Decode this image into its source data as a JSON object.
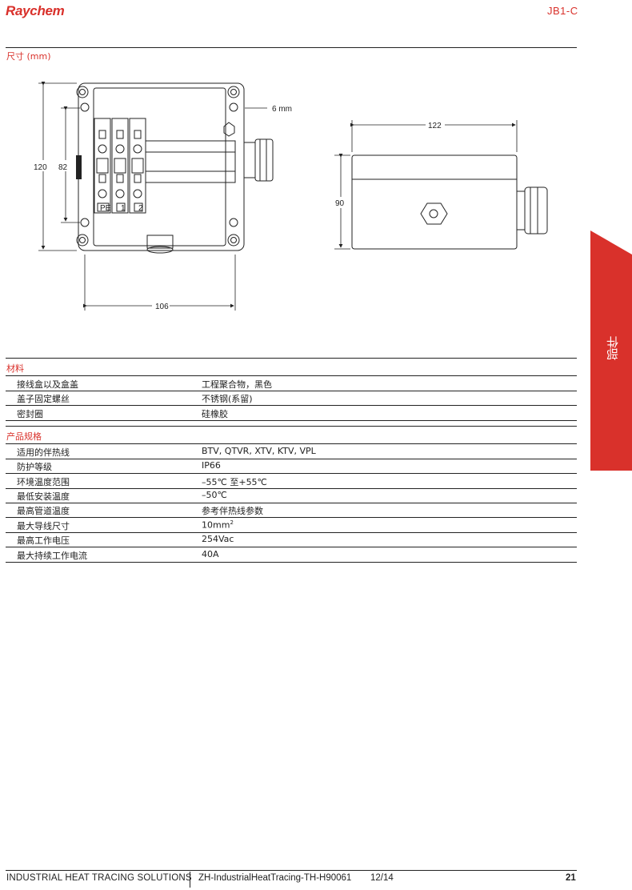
{
  "header": {
    "brand": "Raychem",
    "doc_code": "JB1-C",
    "brand_color": "#d9312b"
  },
  "dimensions": {
    "title": "尺寸 (mm)",
    "labels": {
      "height_outer": "120",
      "height_inner": "82",
      "width_front": "106",
      "gap": "6 mm",
      "length_side": "122",
      "height_side": "90"
    },
    "terminal_labels": [
      "PE",
      "1",
      "2"
    ]
  },
  "materials": {
    "title": "材料",
    "rows": [
      {
        "key": "接线盒以及盒盖",
        "value": "工程聚合物，黑色"
      },
      {
        "key": "盖子固定螺丝",
        "value": "不锈钢(系留)"
      },
      {
        "key": "密封圈",
        "value": "硅橡胶"
      }
    ]
  },
  "specs": {
    "title": "产品规格",
    "rows": [
      {
        "key": "适用的伴热线",
        "value": "BTV, QTVR, XTV, KTV, VPL"
      },
      {
        "key": "防护等级",
        "value": "IP66"
      },
      {
        "key": "环境温度范围",
        "value": "–55℃ 至+55℃"
      },
      {
        "key": "最低安装温度",
        "value": "–50℃"
      },
      {
        "key": "最高管道温度",
        "value": "参考伴热线参数"
      },
      {
        "key": "最大导线尺寸",
        "value": "10mm"
      },
      {
        "key": "最高工作电压",
        "value": "254Vac"
      },
      {
        "key": "最大持续工作电流",
        "value": "40A"
      }
    ],
    "wire_size_superscript": "2"
  },
  "side_tab": {
    "label": "部件",
    "color": "#d9312b"
  },
  "footer": {
    "left": "INDUSTRIAL HEAT TRACING SOLUTIONS",
    "doc_ref": "ZH-IndustrialHeatTracing-TH-H90061",
    "date": "12/14",
    "page": "21"
  }
}
